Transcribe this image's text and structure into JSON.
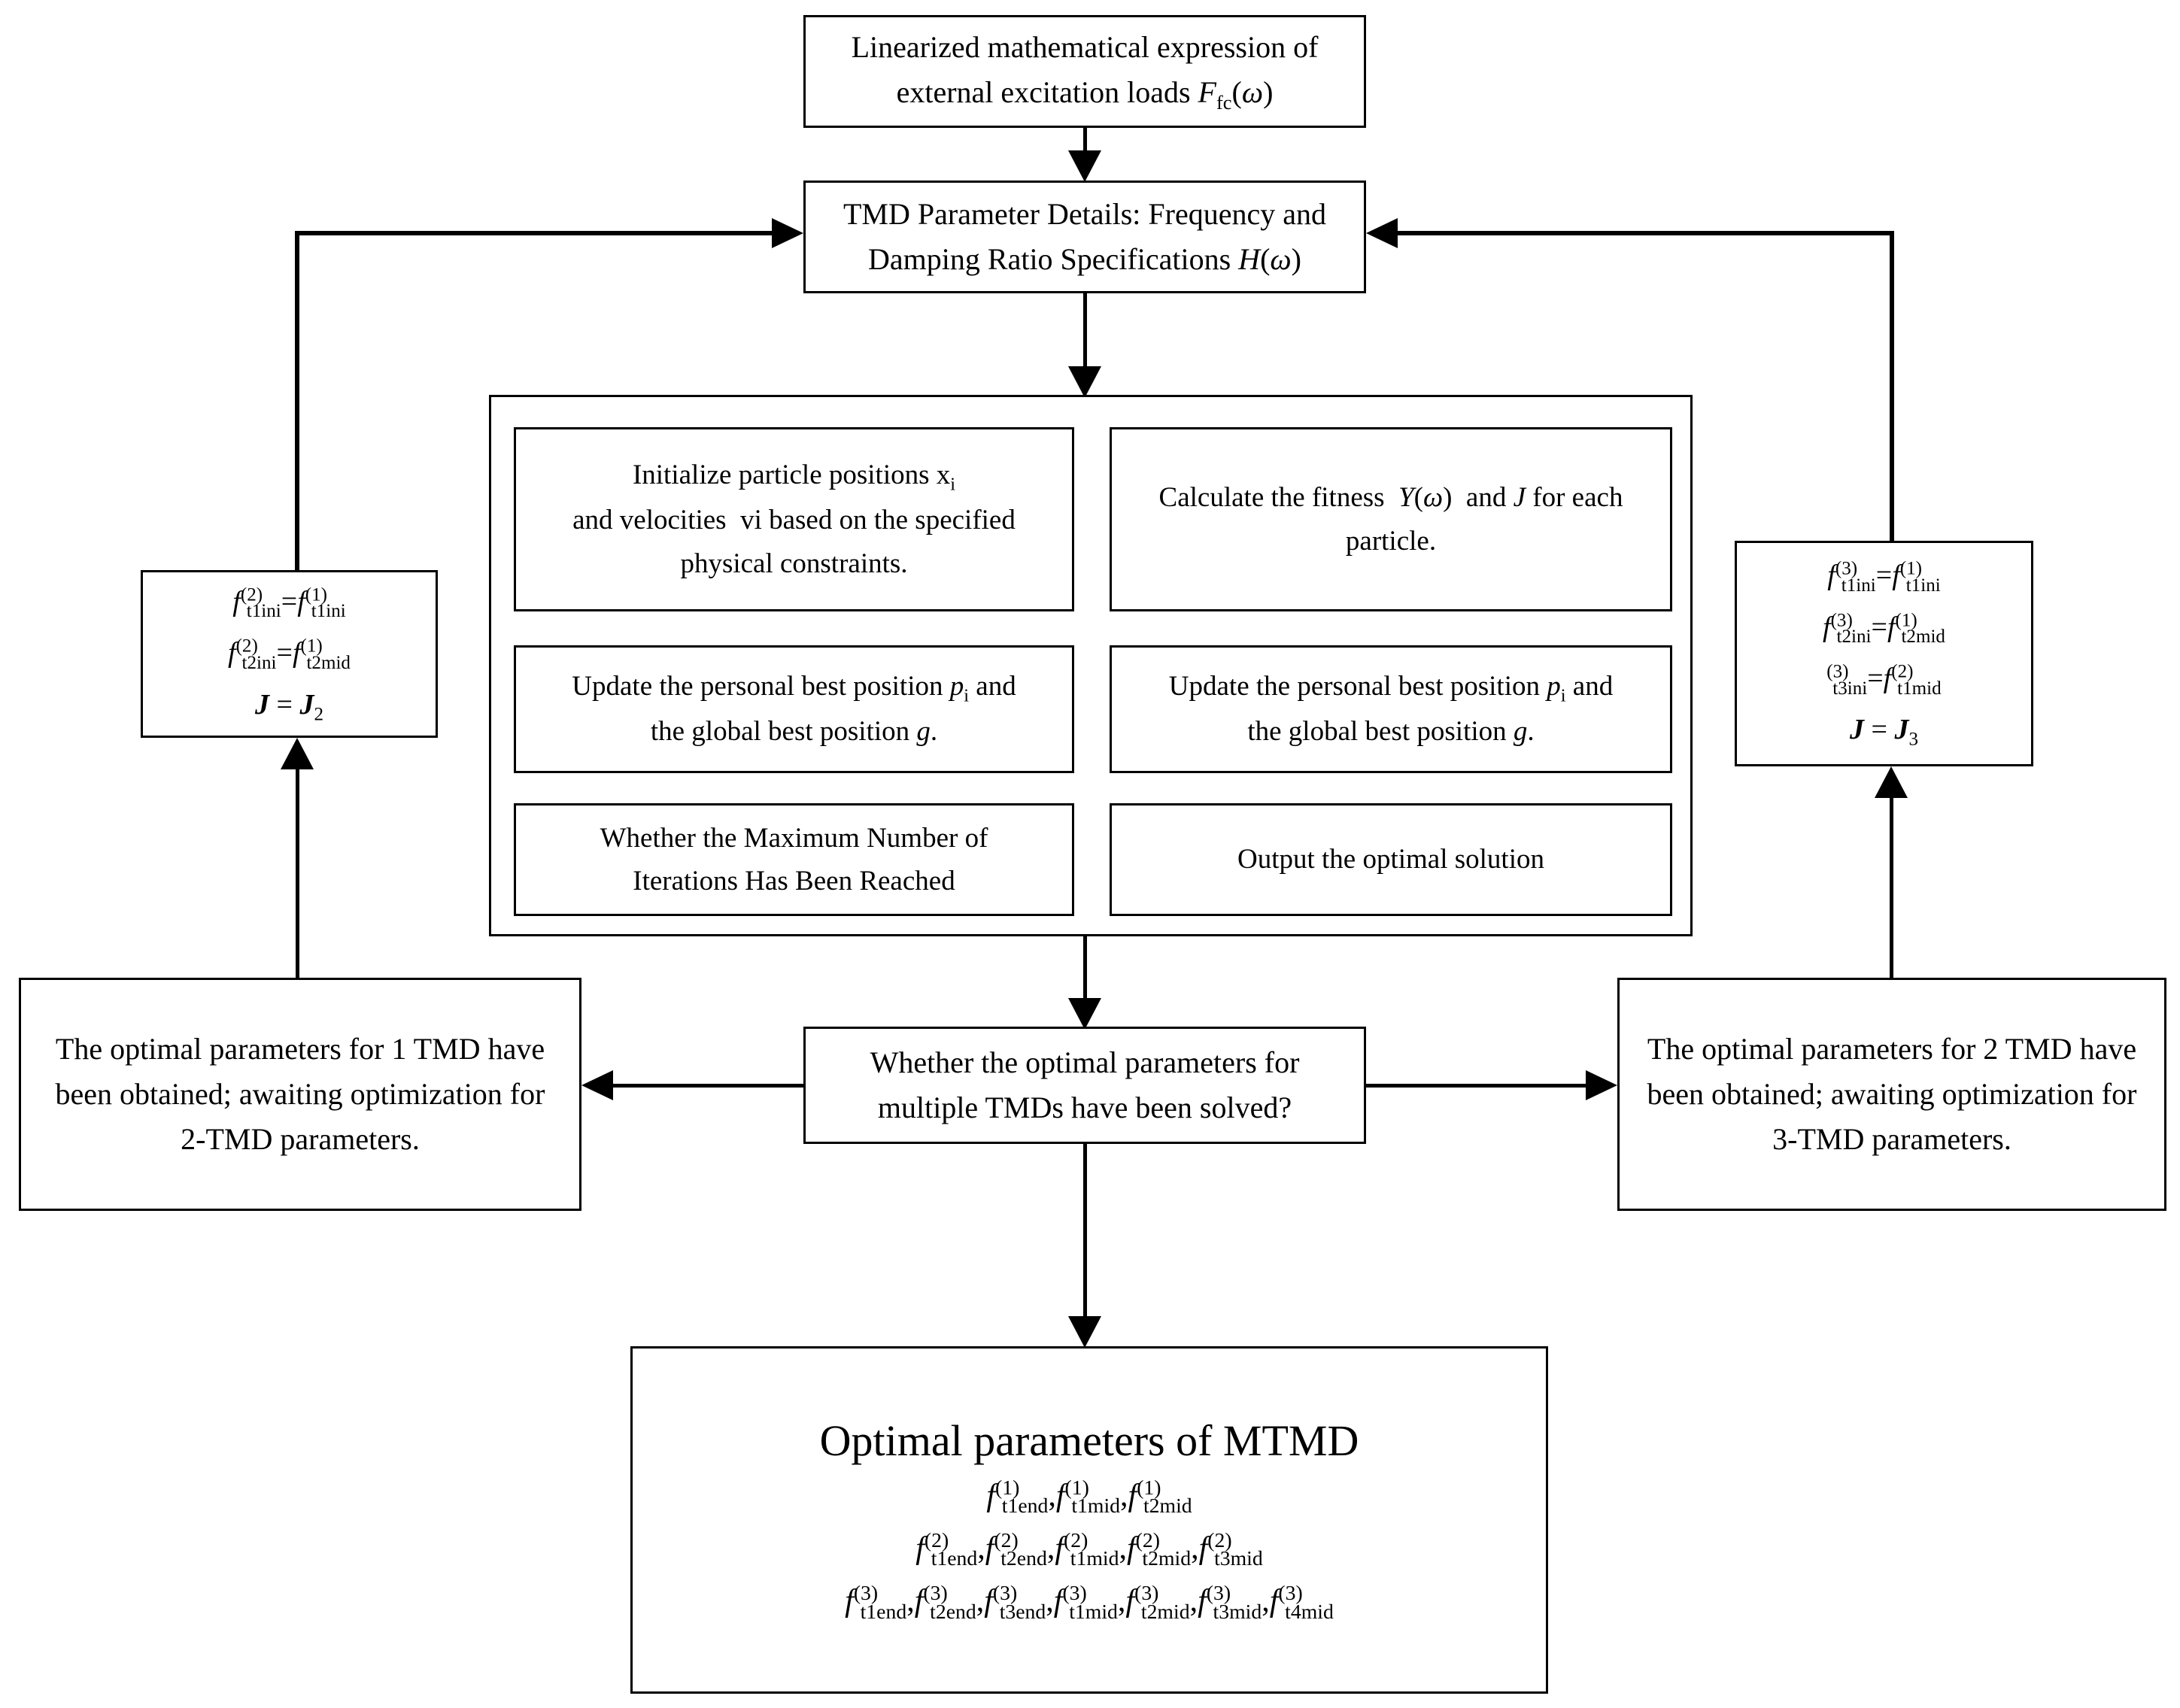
{
  "colors": {
    "background": "#ffffff",
    "line": "#000000"
  },
  "boxes": {
    "top": {
      "line1": "Linearized mathematical expression of",
      "line2": [
        {
          "t": "external excitation loads "
        },
        {
          "t": "F",
          "it": 1,
          "sub": "fc"
        },
        {
          "t": "("
        },
        {
          "t": "ω",
          "it": 1
        },
        {
          "t": ")"
        }
      ]
    },
    "tmd": {
      "line1": "TMD Parameter Details: Frequency and",
      "line2": [
        {
          "t": "Damping Ratio Specifications "
        },
        {
          "t": "H",
          "it": 1
        },
        {
          "t": "("
        },
        {
          "t": "ω",
          "it": 1
        },
        {
          "t": ")"
        }
      ]
    },
    "init": {
      "line1": [
        {
          "t": "Initialize particle positions x",
          "sub": "i"
        }
      ],
      "line2": "and velocities  vi based on the specified",
      "line3": "physical constraints."
    },
    "fitness": {
      "line1": [
        {
          "t": "Calculate the fitness  "
        },
        {
          "t": "Y",
          "it": 1
        },
        {
          "t": "("
        },
        {
          "t": "ω",
          "it": 1
        },
        {
          "t": ")"
        },
        {
          "t": "  and "
        },
        {
          "t": "J",
          "it": 1
        },
        {
          "t": " for each"
        }
      ],
      "line2": "particle."
    },
    "update_left": {
      "line1": [
        {
          "t": "Update the personal best position "
        },
        {
          "t": "p",
          "it": 1,
          "sub": "i"
        },
        {
          "t": " and"
        }
      ],
      "line2": [
        {
          "t": "the global best position "
        },
        {
          "t": "g",
          "it": 1
        },
        {
          "t": "."
        }
      ]
    },
    "update_right": {
      "line1": [
        {
          "t": "Update the personal best position "
        },
        {
          "t": "p",
          "it": 1,
          "sub": "i"
        },
        {
          "t": " and"
        }
      ],
      "line2": [
        {
          "t": "the global best position "
        },
        {
          "t": "g",
          "it": 1
        },
        {
          "t": "."
        }
      ]
    },
    "iterations": {
      "line1": "Whether the Maximum Number of",
      "line2": "Iterations Has Been Reached"
    },
    "output": {
      "line1": "Output the optimal solution"
    },
    "decision": {
      "line1": "Whether the optimal parameters for",
      "line2": "multiple TMDs have been solved?"
    },
    "result_left": {
      "line1": "The optimal parameters for 1 TMD have",
      "line2": "been obtained; awaiting optimization for",
      "line3": "2-TMD parameters."
    },
    "result_right": {
      "line1": "The optimal parameters for 2 TMD have",
      "line2": "been obtained; awaiting optimization for",
      "line3": "3-TMD parameters."
    },
    "formula_left": {
      "line1": [
        {
          "t": "f",
          "it": 1,
          "sup": "(2)",
          "sub": "t1ini"
        },
        {
          "t": "="
        },
        {
          "t": "f",
          "it": 1,
          "sup": "(1)",
          "sub": "t1ini"
        }
      ],
      "line2": [
        {
          "t": "f",
          "it": 1,
          "sup": "(2)",
          "sub": "t2ini"
        },
        {
          "t": "="
        },
        {
          "t": "f",
          "it": 1,
          "sup": "(1)",
          "sub": "t2mid"
        }
      ],
      "line3": [
        {
          "t": "J",
          "it": 1,
          "b": 1
        },
        {
          "t": " = "
        },
        {
          "t": "J",
          "it": 1,
          "b": 1,
          "sub": "2"
        }
      ]
    },
    "formula_right": {
      "line1": [
        {
          "t": "f",
          "it": 1,
          "sup": "(3)",
          "sub": "t1ini"
        },
        {
          "t": "="
        },
        {
          "t": "f",
          "it": 1,
          "sup": "(1)",
          "sub": "t1ini"
        }
      ],
      "line2": [
        {
          "t": "f",
          "it": 1,
          "sup": "(3)",
          "sub": "t2ini"
        },
        {
          "t": "="
        },
        {
          "t": "f",
          "it": 1,
          "sup": "(1)",
          "sub": "t2mid"
        }
      ],
      "line3": [
        {
          "t": "",
          "sup": "(3)",
          "sub": "t3ini"
        },
        {
          "t": "="
        },
        {
          "t": "f",
          "it": 1,
          "sup": "(2)",
          "sub": "t1mid"
        }
      ],
      "line4": [
        {
          "t": "J",
          "it": 1,
          "b": 1
        },
        {
          "t": " = "
        },
        {
          "t": "J",
          "it": 1,
          "b": 1,
          "sub": "3"
        }
      ]
    },
    "mtmd": {
      "title": "Optimal parameters of MTMD",
      "line1": [
        {
          "t": "f",
          "it": 1,
          "sup": "(1)",
          "sub": "t1end"
        },
        {
          "t": ","
        },
        {
          "t": "f",
          "it": 1,
          "sup": "(1)",
          "sub": "t1mid"
        },
        {
          "t": ","
        },
        {
          "t": "f",
          "it": 1,
          "sup": "(1)",
          "sub": "t2mid"
        }
      ],
      "line2": [
        {
          "t": "f",
          "it": 1,
          "sup": "(2)",
          "sub": "t1end"
        },
        {
          "t": ","
        },
        {
          "t": "f",
          "it": 1,
          "sup": "(2)",
          "sub": "t2end"
        },
        {
          "t": ","
        },
        {
          "t": "f",
          "it": 1,
          "sup": "(2)",
          "sub": "t1mid"
        },
        {
          "t": ","
        },
        {
          "t": "f",
          "it": 1,
          "sup": "(2)",
          "sub": "t2mid"
        },
        {
          "t": ","
        },
        {
          "t": "f",
          "it": 1,
          "sup": "(2)",
          "sub": "t3mid"
        }
      ],
      "line3": [
        {
          "t": "f",
          "it": 1,
          "sup": "(3)",
          "sub": "t1end"
        },
        {
          "t": ","
        },
        {
          "t": "f",
          "it": 1,
          "sup": "(3)",
          "sub": "t2end"
        },
        {
          "t": ","
        },
        {
          "t": "f",
          "it": 1,
          "sup": "(3)",
          "sub": "t3end"
        },
        {
          "t": ","
        },
        {
          "t": "f",
          "it": 1,
          "sup": "(3)",
          "sub": "t1mid"
        },
        {
          "t": ","
        },
        {
          "t": "f",
          "it": 1,
          "sup": "(3)",
          "sub": "t2mid"
        },
        {
          "t": ","
        },
        {
          "t": "f",
          "it": 1,
          "sup": "(3)",
          "sub": "t3mid"
        },
        {
          "t": ","
        },
        {
          "t": "f",
          "it": 1,
          "sup": "(3)",
          "sub": "t4mid"
        }
      ]
    }
  }
}
